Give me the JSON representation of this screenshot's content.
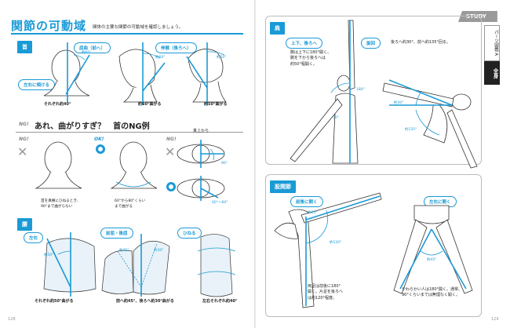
{
  "left_page": {
    "title": "関節の可動域",
    "subtitle": "関体の主要な関節の可動域を確認しましょう。",
    "page_number": "128",
    "neck": {
      "tag": "首",
      "pill_flexion": "屈曲（前へ）",
      "pill_extension": "伸展（後ろへ）",
      "pill_lateral": "左右に傾ける",
      "deg_60": "約60°",
      "deg_50": "約50°",
      "cap_lateral": "それぞれ約40°",
      "cap_flexion": "約60°曲がる",
      "cap_extension": "約50°曲がる"
    },
    "ng": {
      "ng_mark": "NG!",
      "heading": "あれ、曲がりすぎ？　首のNG例",
      "ok_label": "OK!",
      "ng_label": "NG!",
      "view_label": "真上から",
      "deg_90": "90°",
      "deg_60_60": "60°〜60°",
      "note_ng": "首を真横にひねるとき、\n90°まで曲がらない",
      "note_ok": "60°から80°くらい\nまで曲がる"
    },
    "waist": {
      "tag": "腰",
      "pill_lateral": "左右",
      "pill_flex": "前屈・後屈",
      "pill_twist": "ひねる",
      "deg_50": "約50°",
      "deg_45": "約45°",
      "deg_30": "約30°",
      "cap_lateral": "それぞれ約50°曲がる",
      "cap_flex": "前へ約45°、後ろへ約30°曲がる",
      "cap_twist": "左右それぞれ約40°"
    }
  },
  "right_page": {
    "page_number": "129",
    "study_label": "STUDY",
    "side_tab_top": "パーツ図鑑 A",
    "side_tab_main": "全身",
    "shoulder": {
      "tag": "肩",
      "pill_updown": "上下、後ろへ",
      "pill_rotate": "旋回",
      "note_updown": "腕は上下に180°開く。\n腕を下から後ろへは\n約50°程開く。",
      "note_rotate": "後ろへ約30°、前へ約135°回る。",
      "deg_180": "180°",
      "deg_50": "50°",
      "deg_30": "約30°",
      "deg_135": "約135°"
    },
    "hip": {
      "tag": "股関節",
      "pill_frontback": "前後に開く",
      "pill_leftright": "左右に開く",
      "deg_120": "約120°",
      "deg_15": "約15°",
      "deg_45": "約45°",
      "note_frontback": "両足は前後に180°\n開く。片足を後ろへ\nは約120°程度。",
      "note_leftright": "やわらかい人は180°開く。通常、\n90°くらいまでは無理なく開く。"
    }
  },
  "colors": {
    "accent": "#1a9ad6",
    "tab_gray": "#9a9a9a"
  }
}
